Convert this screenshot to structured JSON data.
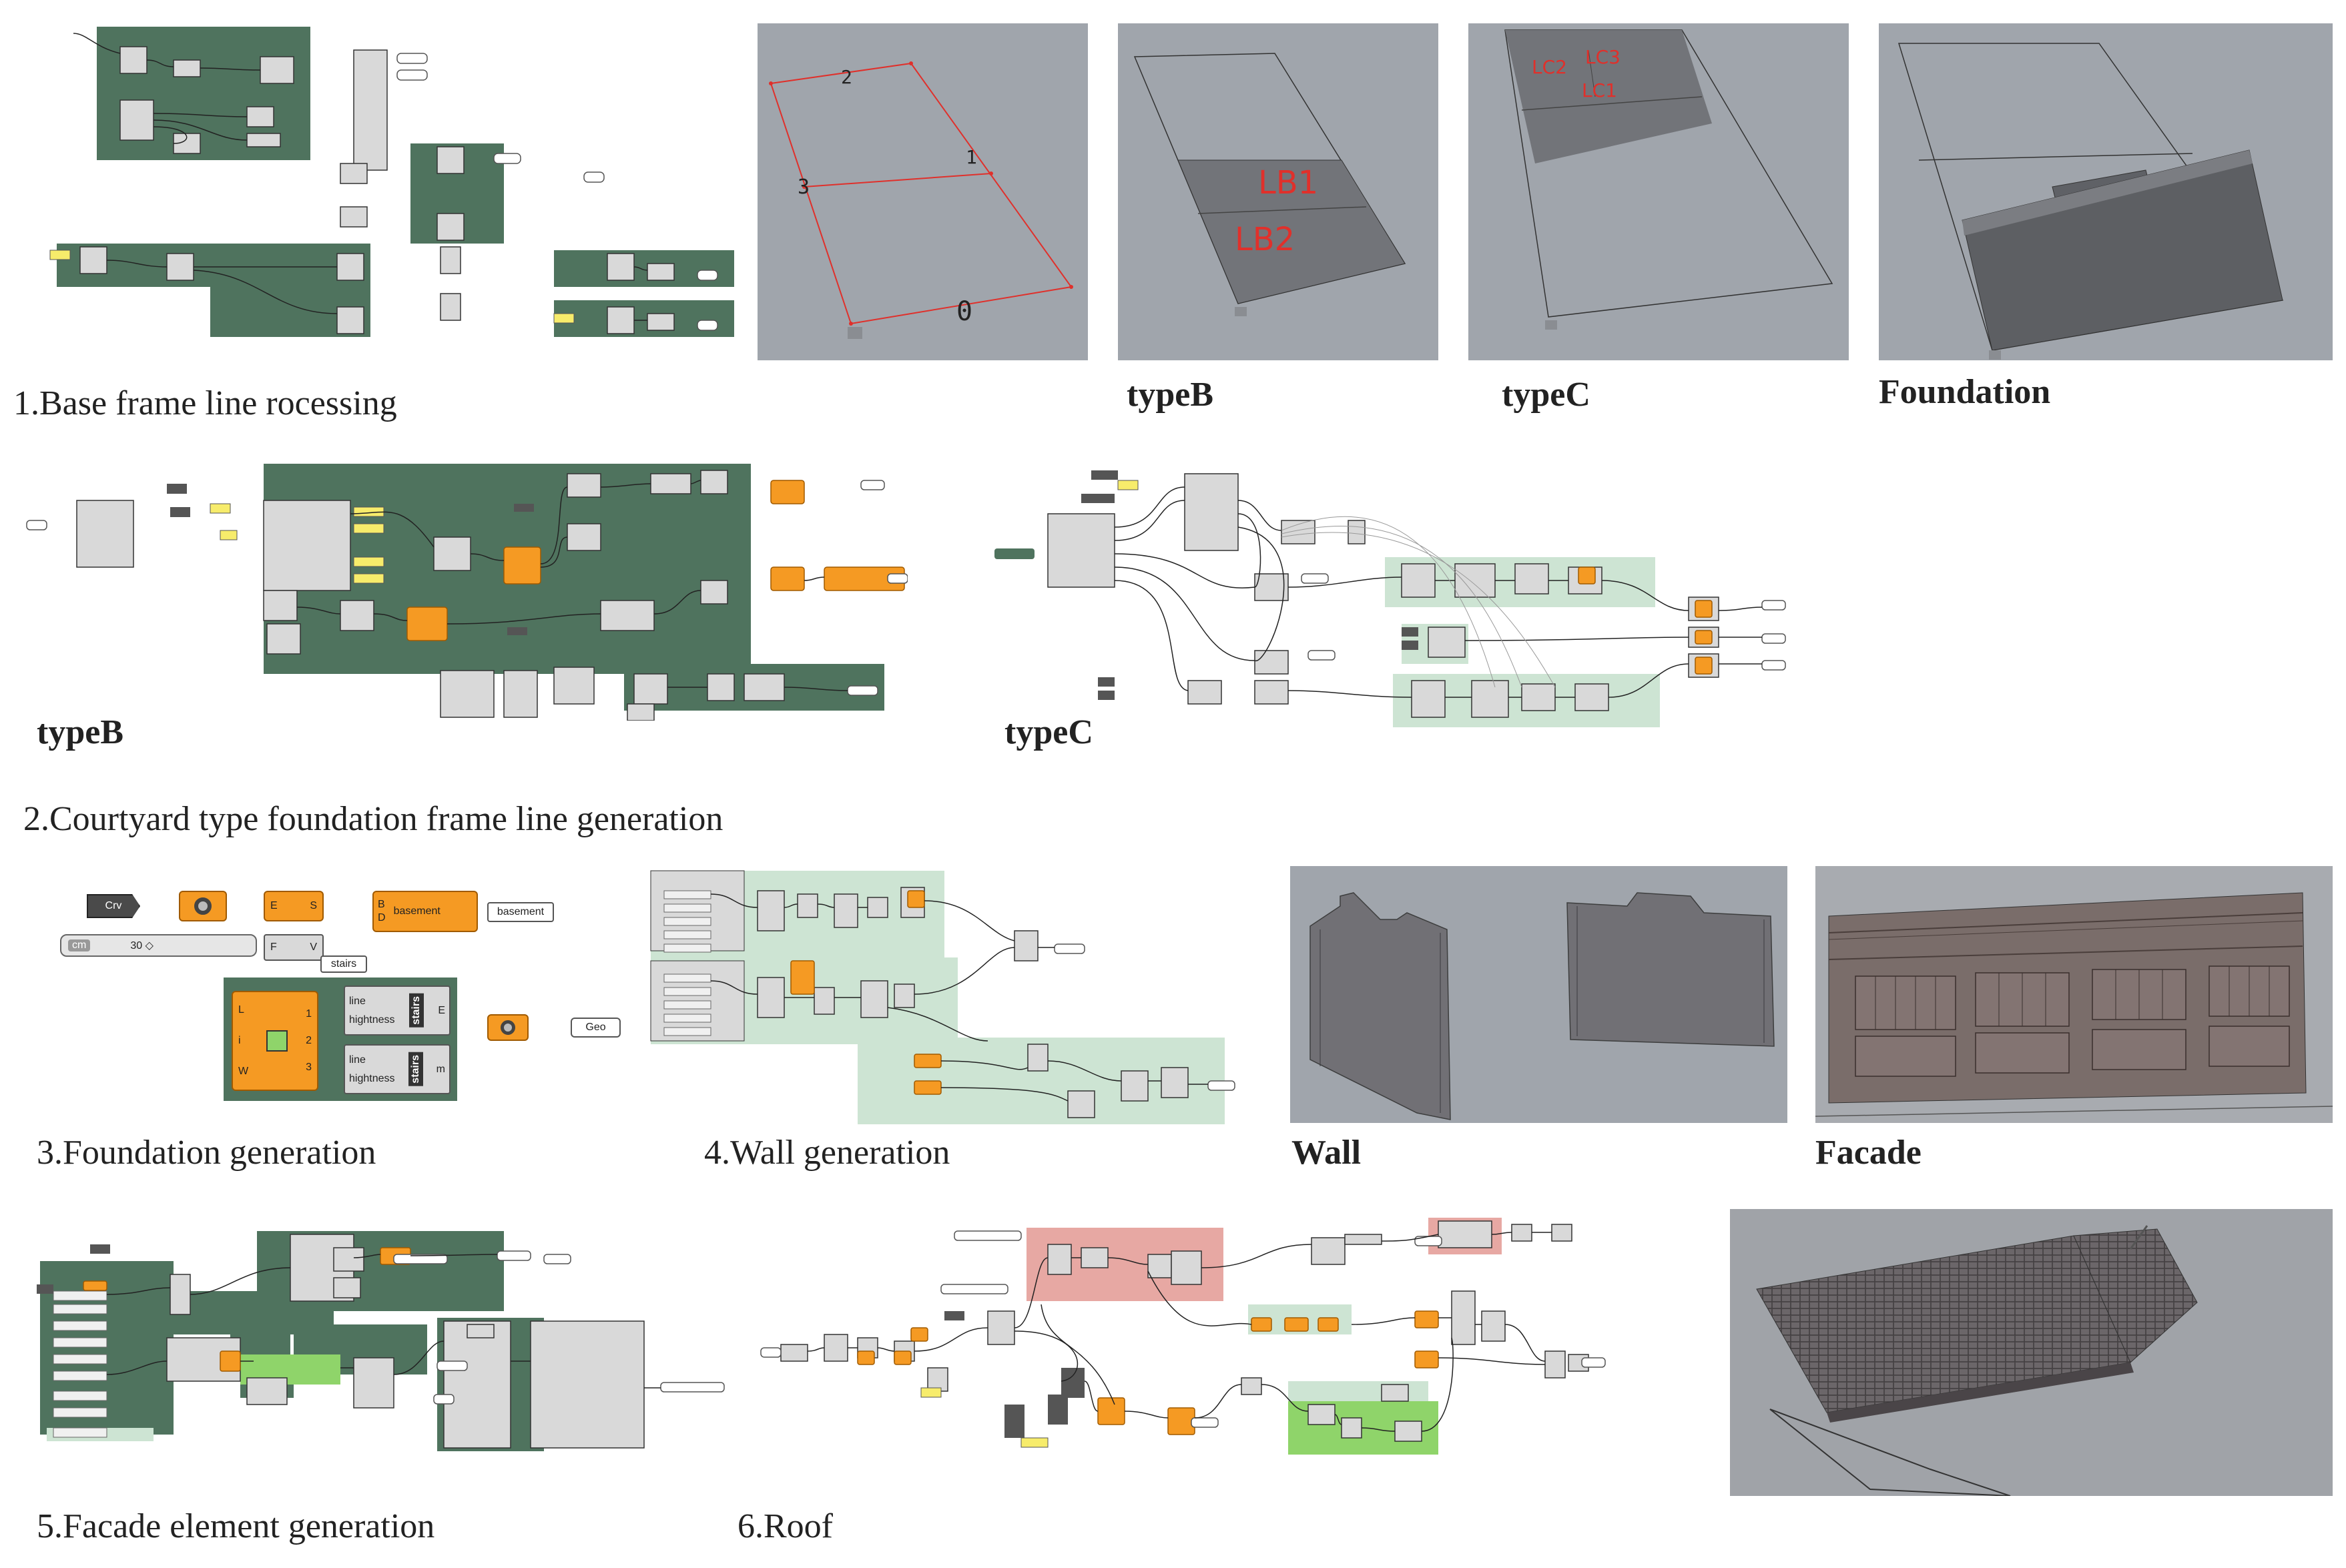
{
  "captions": {
    "base_frame": "1.Base frame line rocessing",
    "view_typeB": "typeB",
    "view_typeC": "typeC",
    "view_foundation": "Foundation",
    "typeB": "typeB",
    "typeC": "typeC",
    "courtyard": "2.Courtyard type foundation  frame line generation",
    "foundation_gen": "3.Foundation generation",
    "wall_gen": "4.Wall generation",
    "wall": "Wall",
    "facade": "Facade",
    "facade_gen": "5.Facade element generation",
    "roof": "6.Roof"
  },
  "view_labels": {
    "frame_numbers": [
      "2",
      "1",
      "3",
      "0"
    ],
    "typeB_labels": [
      "LB1",
      "LB2"
    ],
    "typeC_labels": [
      "LC2",
      "LC3",
      "LC1"
    ]
  },
  "foundation_widgets": {
    "crv": "Crv",
    "slider_label": "cm",
    "slider_value": "30 ◇",
    "e": "E",
    "s": "S",
    "f": "F",
    "v": "V",
    "b": "B",
    "d": "D",
    "basement_comp": "basement",
    "basement_out": "basement",
    "stairs": "stairs",
    "geo": "Geo",
    "cluster_inputs": [
      "L",
      "i",
      "W"
    ],
    "cluster_outputs": [
      "1",
      "2",
      "3"
    ],
    "stairs_inputs": [
      "line",
      "hightness"
    ],
    "stairs_name": "stairs",
    "stairs_out_e": "E",
    "stairs_out_m": "m"
  },
  "colors": {
    "viewport_bg": "#a0a5ac",
    "gh_green": "#4f735e",
    "gh_light_green": "#cde4d3",
    "gh_bright_green": "#8fd46a",
    "gh_pink": "#e7a8a3",
    "component_orange": "#f59a23",
    "label_red": "#e0302b",
    "floor_grey": "#6e7075"
  }
}
